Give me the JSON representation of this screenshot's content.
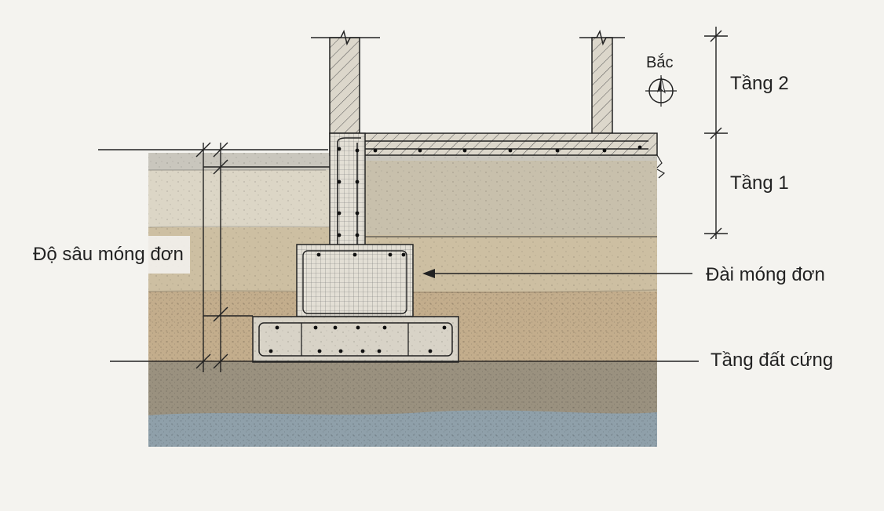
{
  "labels": {
    "floor2": "Tầng 2",
    "floor1": "Tầng 1",
    "depth": "Độ sâu móng đơn",
    "footing": "Đài móng đơn",
    "hard_soil": "Tầng đất cứng",
    "north": "Bắc"
  },
  "colors": {
    "background": "#f4f3ef",
    "ink": "#222222",
    "topsoil": "#c9c6bd",
    "light_soil": "#dcd6c6",
    "sand_soil": "#cdbfa2",
    "dark_sand": "#c3ad8c",
    "hard_soil": "#9a917f",
    "groundwater": "#8fa0aa",
    "concrete": "#d8d3c7",
    "floor_fill": "#c8c0ac"
  }
}
